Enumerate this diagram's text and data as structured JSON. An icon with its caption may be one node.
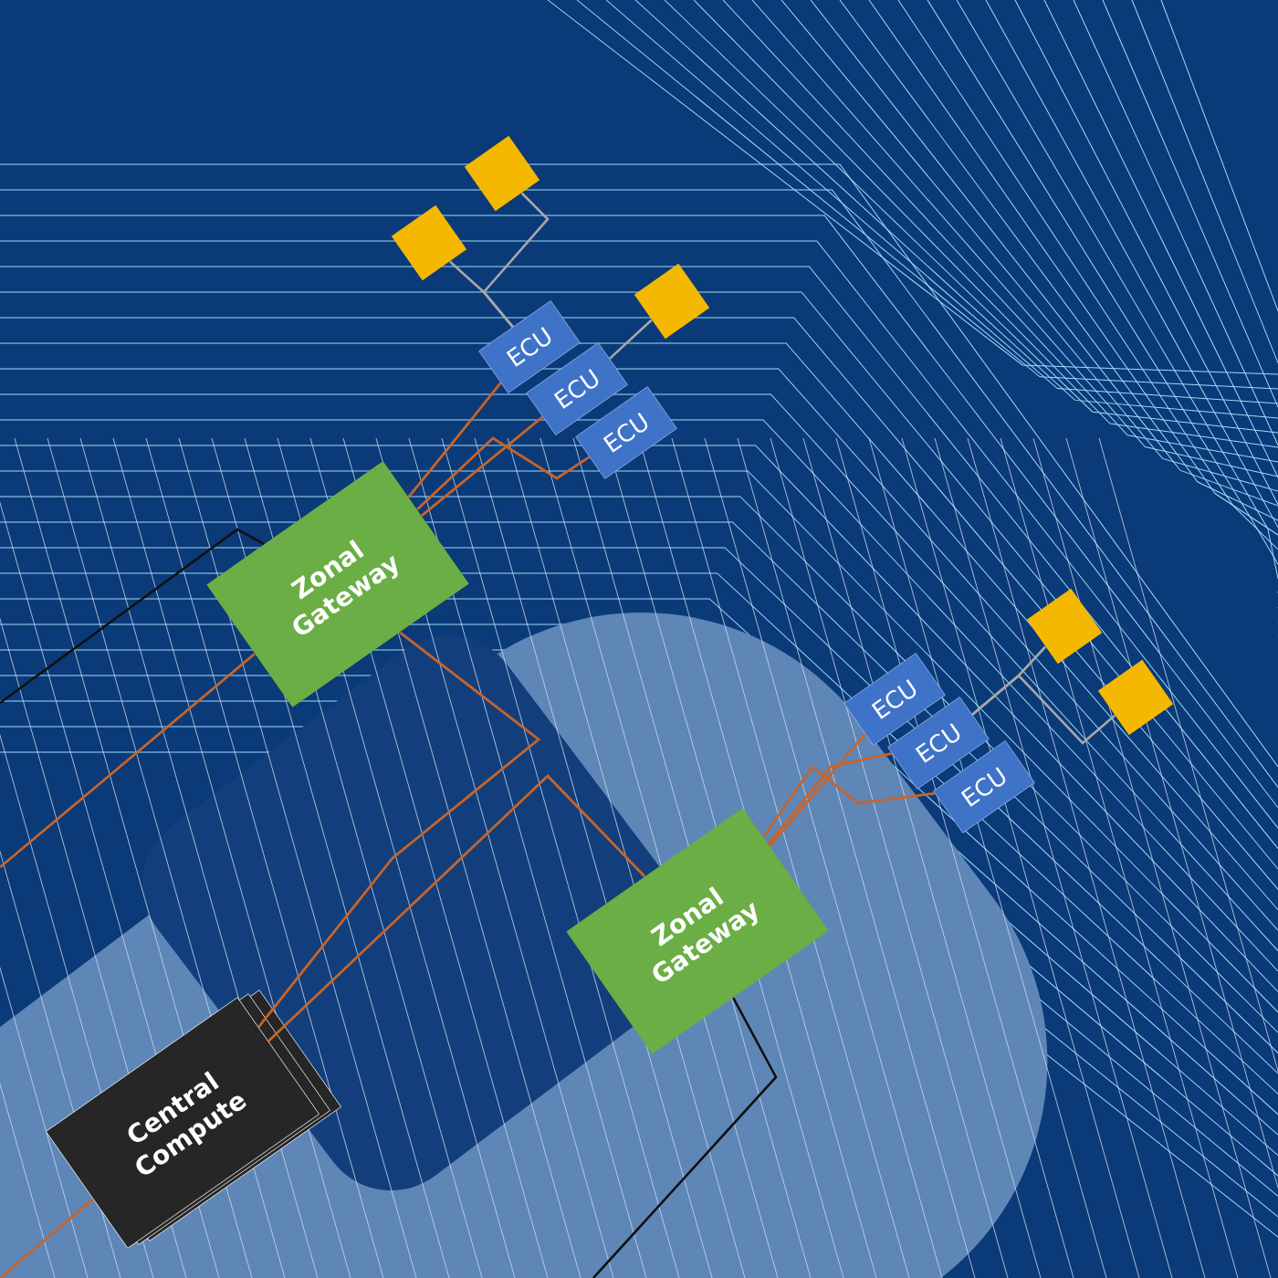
{
  "diagram": {
    "nodes": [
      {
        "text": [],
        "shape": "diamond"
      },
      {
        "text": [],
        "shape": "diamond"
      },
      {
        "text": [],
        "shape": "diamond"
      },
      {
        "text": [
          "ECU"
        ]
      },
      {
        "text": [
          "ECU"
        ]
      },
      {
        "text": [
          "ECU"
        ]
      },
      {
        "text": [
          "Zonal Gateway"
        ]
      },
      {
        "text": [],
        "shape": "diamond"
      },
      {
        "text": [],
        "shape": "diamond"
      },
      {
        "text": [
          "ECU"
        ]
      },
      {
        "text": [
          "ECU"
        ]
      },
      {
        "text": [
          "ECU"
        ]
      },
      {
        "text": [
          "Zonal Gateway"
        ]
      },
      {
        "text": [
          "Central Compute"
        ]
      }
    ],
    "edges": [
      {
        "from": 1,
        "to": 3,
        "arrow": "none",
        "color": "#a8a8a8"
      },
      {
        "from": 0,
        "to": 3,
        "arrow": "none",
        "color": "#a8a8a8"
      },
      {
        "from": 2,
        "to": 4,
        "arrow": "none",
        "color": "#a8a8a8"
      },
      {
        "from": 3,
        "to": 6,
        "arrow": "none"
      },
      {
        "from": 4,
        "to": 6,
        "arrow": "none"
      },
      {
        "from": 5,
        "to": 6,
        "arrow": "none"
      },
      {
        "from": 6,
        "to": 13,
        "arrow": "none"
      },
      {
        "from": 12,
        "to": 13,
        "arrow": "none"
      },
      {
        "from": 9,
        "to": 12,
        "arrow": "none"
      },
      {
        "from": 10,
        "to": 12,
        "arrow": "none"
      },
      {
        "from": 11,
        "to": 12,
        "arrow": "none"
      },
      {
        "from": 7,
        "to": 10,
        "arrow": "none",
        "color": "#a8a8a8"
      },
      {
        "from": 8,
        "to": 10,
        "arrow": "none",
        "color": "#a8a8a8"
      },
      {
        "from": 6,
        "to": null,
        "arrow": "none",
        "color": "#111111"
      },
      {
        "from": 12,
        "to": null,
        "arrow": "none",
        "color": "#111111"
      },
      {
        "from": 6,
        "to": null,
        "arrow": "none"
      },
      {
        "from": 13,
        "to": null,
        "arrow": "none"
      }
    ]
  }
}
